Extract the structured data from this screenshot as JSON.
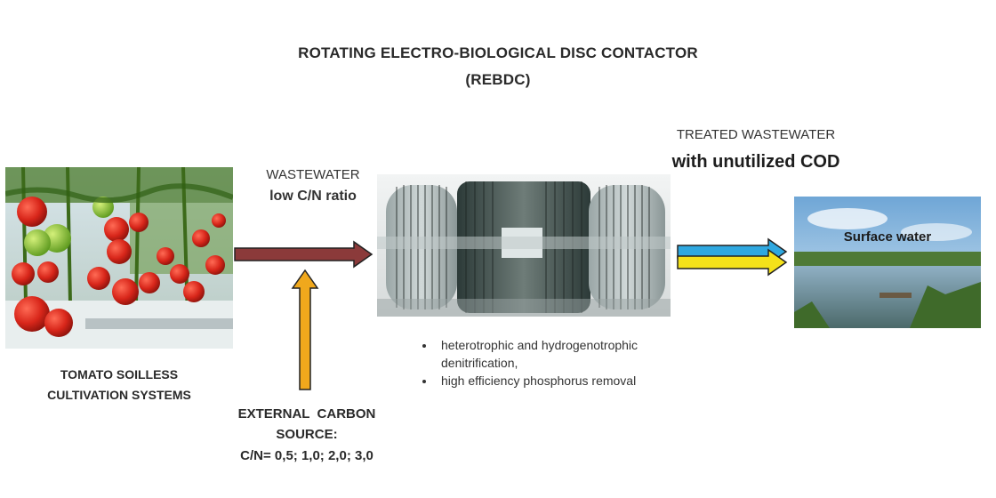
{
  "title": {
    "line1": "ROTATING ELECTRO-BIOLOGICAL DISC CONTACTOR",
    "line2": "(REBDC)"
  },
  "tomato": {
    "caption_line1": "TOMATO SOILLESS",
    "caption_line2": "CULTIVATION SYSTEMS"
  },
  "wastewater": {
    "line1": "WASTEWATER",
    "line2": "low C/N ratio"
  },
  "treated": {
    "line1": "TREATED WASTEWATER",
    "line2": "with unutilized COD"
  },
  "surface_water": {
    "label": "Surface water"
  },
  "carbon": {
    "line1": "EXTERNAL  CARBON",
    "line2": "SOURCE:",
    "line3": "C/N= 0,5; 1,0; 2,0; 3,0"
  },
  "process": {
    "bullets": [
      "heterotrophic and hydrogenotrophic denitrification,",
      "high efficiency phosphorus removal"
    ]
  },
  "colors": {
    "wastewater_arrow": "#8b3a3a",
    "carbon_arrow": "#f0a81c",
    "treated_arrow_blue": "#2fa8e0",
    "treated_arrow_yellow": "#f5e21a"
  }
}
